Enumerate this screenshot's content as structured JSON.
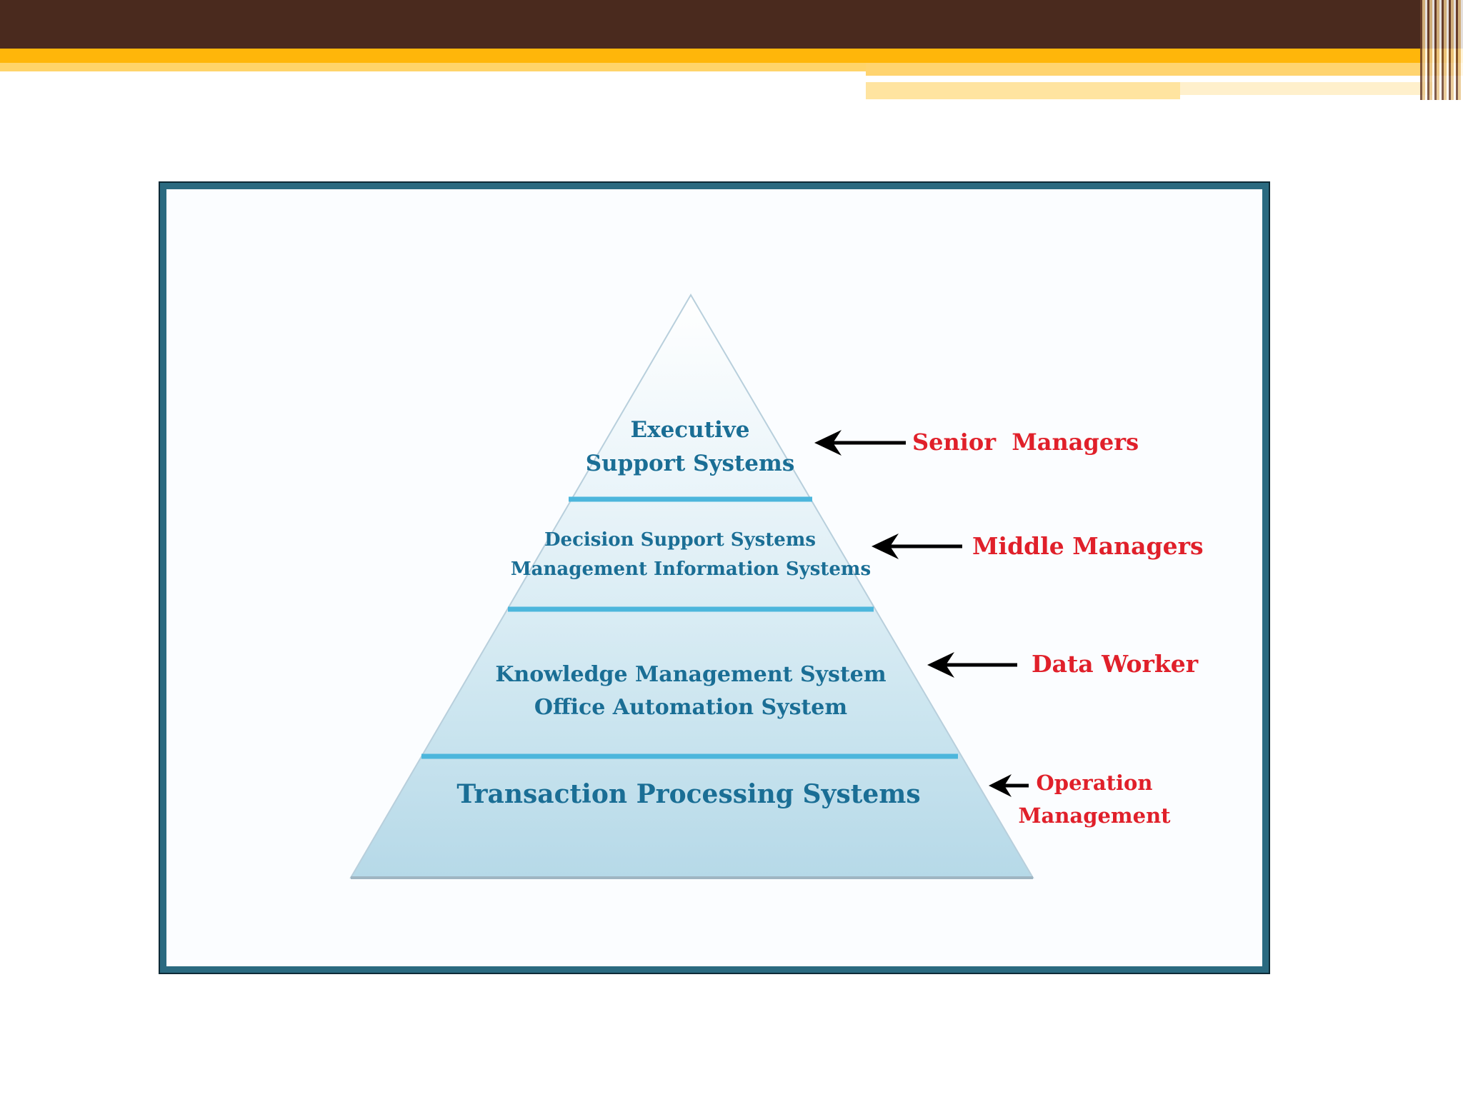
{
  "diagram": {
    "levels": [
      {
        "lines": [
          "Executive",
          "Support Systems"
        ],
        "role_lines": [
          "Senior  Managers"
        ]
      },
      {
        "lines": [
          "Decision Support Systems",
          "Management Information Systems"
        ],
        "role_lines": [
          "Middle Managers"
        ]
      },
      {
        "lines": [
          "Knowledge Management System",
          "Office Automation System"
        ],
        "role_lines": [
          "Data Worker"
        ]
      },
      {
        "lines": [
          "Transaction Processing Systems"
        ],
        "role_lines": [
          "Operation",
          "Management"
        ]
      }
    ],
    "colors": {
      "level_text": "#1a6e95",
      "role_text": "#e0202a",
      "separator": "#4cb6dc",
      "frame": "#2a6a80",
      "header": "#4a2a1e",
      "accent": "#ffb60a"
    }
  }
}
